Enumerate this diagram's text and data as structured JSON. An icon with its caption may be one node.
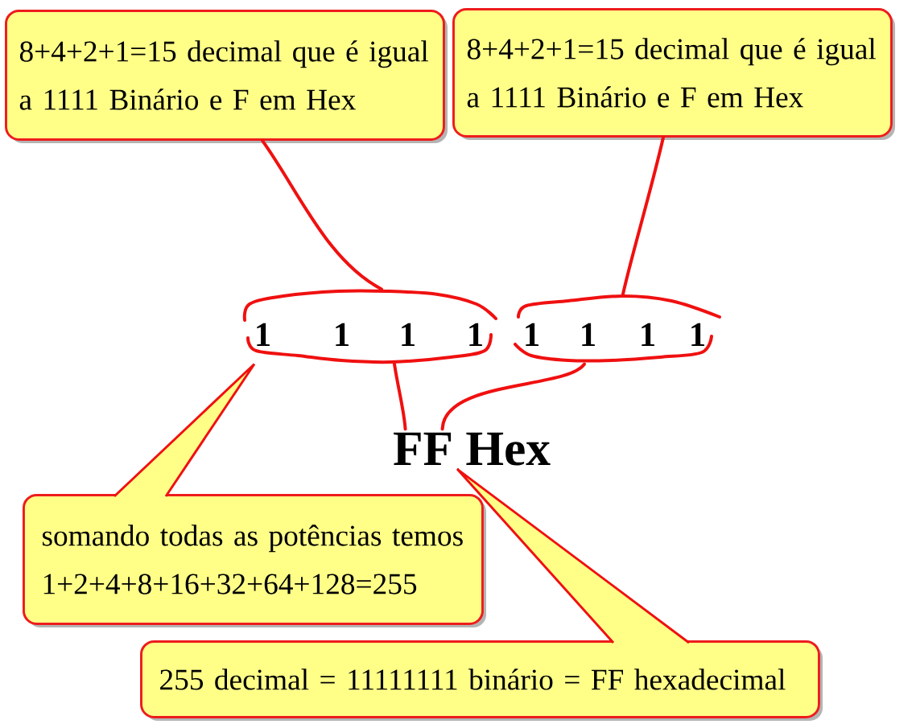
{
  "diagram": {
    "nodes": [
      {
        "text": [
          "8+4+2+1=15 decimal que é igual a 1111 Binário e F em Hex"
        ]
      },
      {
        "text": [
          "8+4+2+1=15 decimal que é igual a 1111 Binário e F em Hex"
        ]
      },
      {
        "text": [
          "1",
          "1",
          "1",
          "1"
        ]
      },
      {
        "text": [
          "1",
          "1",
          "1",
          "1"
        ]
      },
      {
        "text": [
          "FF Hex"
        ]
      },
      {
        "text": [
          "somando todas as potências temos 1+2+4+8+16+32+64+128=255"
        ]
      },
      {
        "text": [
          "255 decimal = 11111111 binário = FF hexadecimal"
        ]
      }
    ],
    "edges": [
      {
        "from": 0,
        "to": 2,
        "arrow": "none"
      },
      {
        "from": 1,
        "to": 3,
        "arrow": "none"
      },
      {
        "from": 2,
        "to": 4,
        "arrow": "none"
      },
      {
        "from": 3,
        "to": 4,
        "arrow": "none"
      },
      {
        "from": 5,
        "to": 2,
        "arrow": "none"
      },
      {
        "from": 6,
        "to": 4,
        "arrow": "none"
      }
    ]
  }
}
